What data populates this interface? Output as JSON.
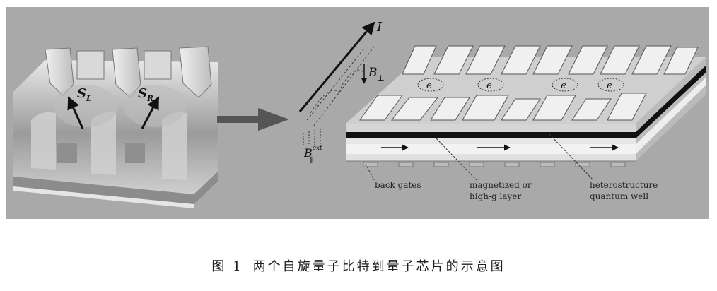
{
  "figure": {
    "left_device": {
      "spin_left_label": "S",
      "spin_left_sub": "L",
      "spin_right_label": "S",
      "spin_right_sub": "R"
    },
    "right_device": {
      "current_label": "I",
      "b_perp_label": "B",
      "b_perp_sub": "⊥",
      "b_ext_label": "B",
      "b_ext_sup": "ext",
      "b_ext_sub": "∥",
      "electron_label": "e",
      "annotations": [
        "back gates",
        "magnetized or\nhigh-g layer",
        "heterostructure\nquantum well"
      ]
    }
  },
  "caption": {
    "number": "图 1",
    "text": "两个自旋量子比特到量子芯片的示意图"
  }
}
